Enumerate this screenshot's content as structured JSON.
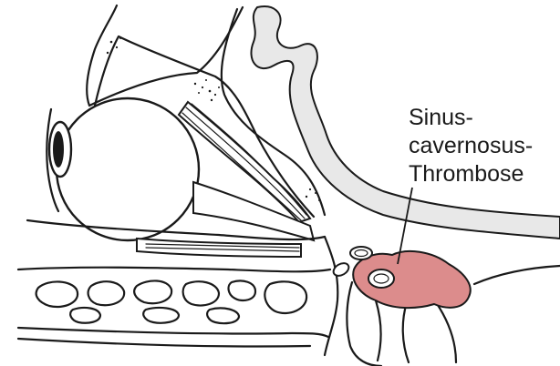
{
  "label": {
    "lines": [
      "Sinus-",
      "cavernosus-",
      "Thrombose"
    ]
  },
  "colors": {
    "thrombus_fill": "#dc8c8c",
    "grey_brain_tissue": "#e8e8e8",
    "line_ink": "#1a1a1a",
    "background": "#ffffff"
  }
}
